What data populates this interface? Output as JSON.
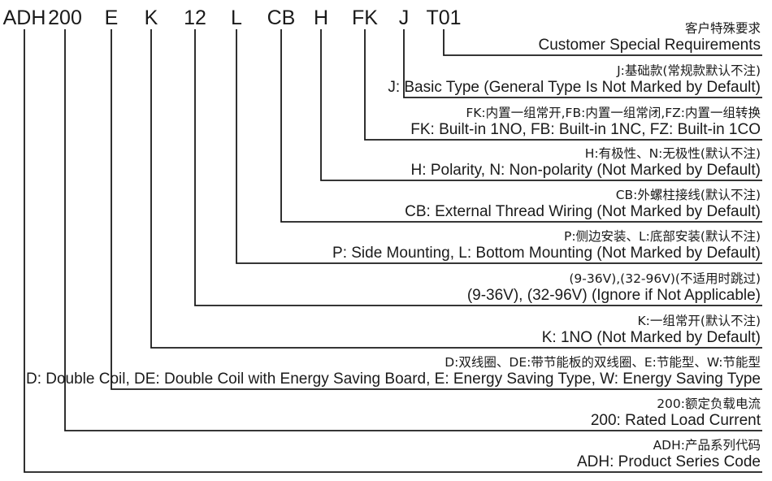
{
  "codes": [
    {
      "code": "ADH"
    },
    {
      "code": "200"
    },
    {
      "code": "E"
    },
    {
      "code": "K"
    },
    {
      "code": "12"
    },
    {
      "code": "L"
    },
    {
      "code": "CB"
    },
    {
      "code": "H"
    },
    {
      "code": "FK"
    },
    {
      "code": "J"
    },
    {
      "code": "T01"
    }
  ],
  "descriptions": [
    {
      "cn": "客户特殊要求",
      "en": "Customer Special Requirements"
    },
    {
      "cn": "J:基础款(常规款默认不注)",
      "en": "J: Basic Type (General Type Is Not Marked by Default)"
    },
    {
      "cn": "FK:内置一组常开,FB:内置一组常闭,FZ:内置一组转换",
      "en": "FK: Built-in 1NO, FB: Built-in 1NC, FZ: Built-in 1CO"
    },
    {
      "cn": "H:有极性、N:无极性(默认不注)",
      "en": "H: Polarity, N: Non-polarity (Not Marked by Default)"
    },
    {
      "cn": "CB:外螺柱接线(默认不注)",
      "en": "CB: External Thread Wiring (Not Marked by Default)"
    },
    {
      "cn": "P:侧边安装、L:底部安装(默认不注)",
      "en": "P: Side Mounting, L: Bottom Mounting (Not Marked by Default)"
    },
    {
      "cn": "(9-36V),(32-96V)(不适用时跳过)",
      "en": "(9-36V), (32-96V) (Ignore if Not Applicable)"
    },
    {
      "cn": "K:一组常开(默认不注)",
      "en": "K: 1NO (Not Marked by Default)"
    },
    {
      "cn": "D:双线圈、DE:带节能板的双线圈、E:节能型、W:节能型",
      "en": "D: Double Coil, DE: Double Coil with Energy Saving Board, E: Energy Saving Type, W: Energy Saving Type"
    },
    {
      "cn": "200:额定负载电流",
      "en": "200: Rated Load Current"
    },
    {
      "cn": "ADH:产品系列代码",
      "en": "ADH: Product Series Code"
    }
  ]
}
